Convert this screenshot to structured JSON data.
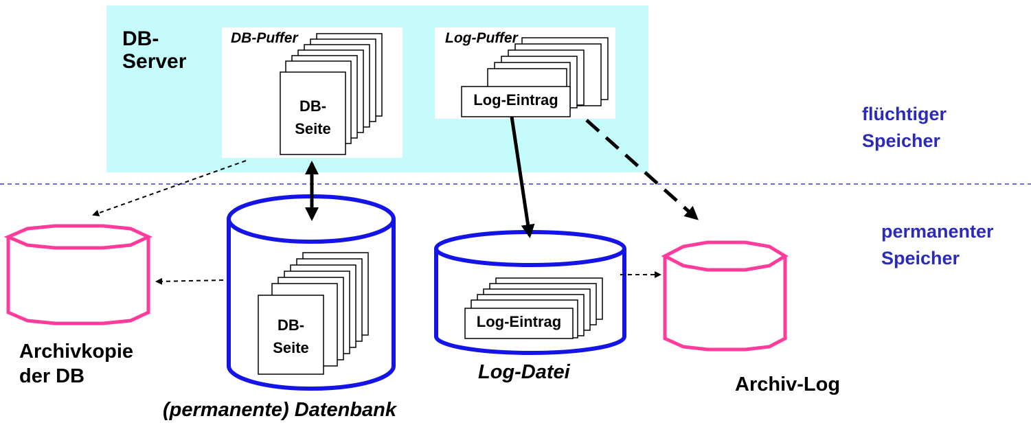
{
  "server": {
    "title_line1": "DB-",
    "title_line2": "Server",
    "db_buffer_label": "DB-Puffer",
    "log_buffer_label": "Log-Puffer",
    "page_line1": "DB-",
    "page_line2": "Seite",
    "log_entry": "Log-Eintrag"
  },
  "regions": {
    "volatile_line1": "flüchtiger",
    "volatile_line2": "Speicher",
    "permanent_line1": "permanenter",
    "permanent_line2": "Speicher"
  },
  "storage": {
    "archive_copy_line1": "Archivkopie",
    "archive_copy_line2": "der DB",
    "database_label": "(permanente) Datenbank",
    "db_page_line1": "DB-",
    "db_page_line2": "Seite",
    "log_file_label": "Log-Datei",
    "log_file_entry": "Log-Eintrag",
    "archive_log_label": "Archiv-Log"
  },
  "colors": {
    "server_bg": "#c6fbfb",
    "region_text": "#2b2bb8",
    "database_cylinder": "#1414e6",
    "archive_cylinder": "#ff3c9c",
    "divider": "#3c3cd2"
  }
}
